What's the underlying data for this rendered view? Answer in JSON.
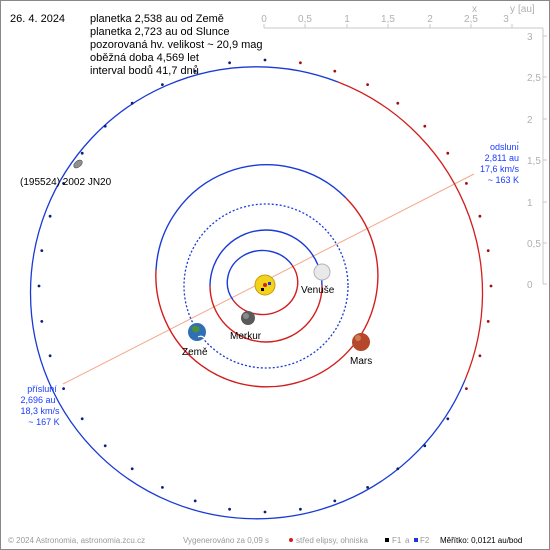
{
  "header": {
    "date": "26. 4. 2024",
    "info_lines": [
      "planetka 2,538 au od Země",
      "planetka 2,723 au od Slunce",
      "pozorovaná hv. velikost ~ 20,9 mag",
      "oběžná doba 4,569 let",
      "interval bodů 41,7 dnů"
    ]
  },
  "asteroid": {
    "name": "(195524) 2002 JN20"
  },
  "planets": {
    "mercury": "Merkur",
    "venus": "Venuše",
    "earth": "Země",
    "mars": "Mars"
  },
  "aphelion": {
    "title": "odslunı́",
    "distance": "2,811 au",
    "speed": "17,6 km/s",
    "temperature": "~ 163 K"
  },
  "perihelion": {
    "title": "přísluní",
    "distance": "2,696 au",
    "speed": "18,3 km/s",
    "temperature": "~ 167 K"
  },
  "scale": {
    "x_unit": "x",
    "y_unit": "y",
    "unit": "[au]",
    "x_ticks": [
      "0",
      "0,5",
      "1",
      "1,5",
      "2",
      "2,5",
      "3"
    ],
    "y_ticks": [
      "3",
      "2,5",
      "2",
      "1,5",
      "1",
      "0,5",
      "0"
    ]
  },
  "footer": {
    "copyright": "© 2024 Astronomia, astronomia.zcu.cz",
    "generated": "Vygenerováno za 0,09 s",
    "center_label": "střed elipsy, ohniska",
    "f1": "F1",
    "a": "a",
    "f2": "F2",
    "scale_label": "Měřítko: 0,0121 au/bod"
  },
  "colors": {
    "orbit_above": "#d21e1e",
    "orbit_below": "#1a3ad6",
    "apsis_line": "#f4a88a",
    "sun": "#f2d21b",
    "mars": "#b5482a",
    "earth": "#2f6fb3"
  }
}
